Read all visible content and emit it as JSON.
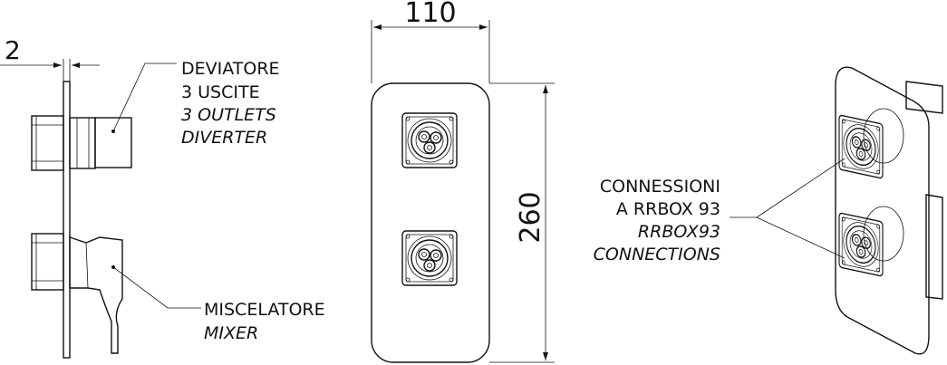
{
  "side_view": {
    "thickness_dim": "2",
    "diverter_label": [
      "DEVIATORE",
      "3 USCITE",
      "3 OUTLETS",
      "DIVERTER"
    ],
    "mixer_label": [
      "MISCELATORE",
      "MIXER"
    ]
  },
  "front_view": {
    "width_dim": "110",
    "height_dim": "260"
  },
  "iso_view": {
    "connections_label": [
      "CONNESSIONI",
      "A RRBOX 93",
      "RRBOX93",
      "CONNECTIONS"
    ]
  }
}
